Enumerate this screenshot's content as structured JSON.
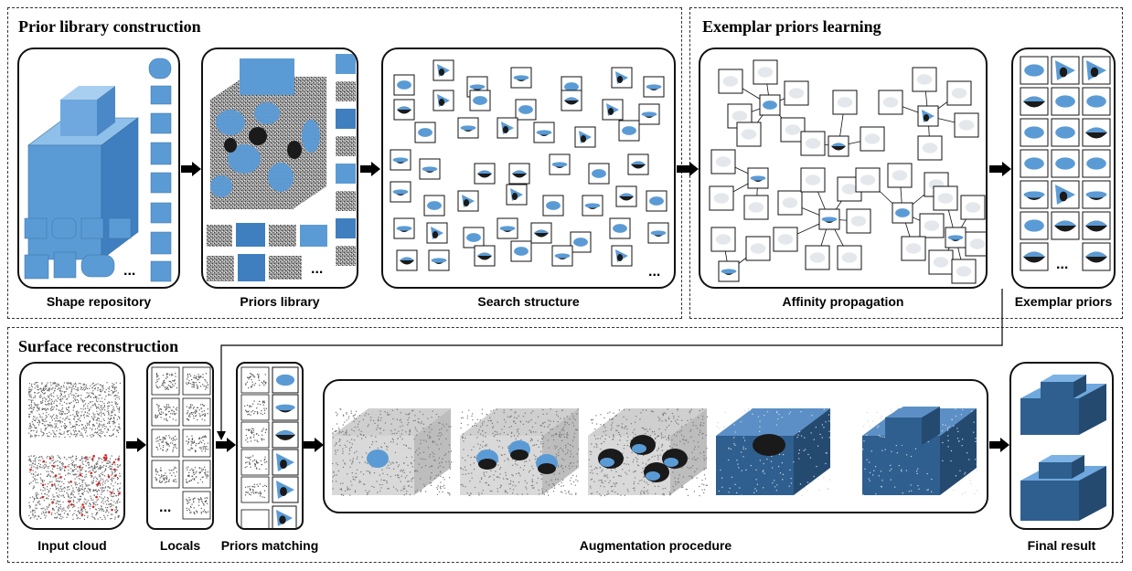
{
  "sections": {
    "prior_library": {
      "title": "Prior library construction"
    },
    "exemplar_learning": {
      "title": "Exemplar priors learning"
    },
    "surface_reconstruction": {
      "title": "Surface reconstruction"
    }
  },
  "captions": {
    "shape_repository": "Shape repository",
    "priors_library": "Priors library",
    "search_structure": "Search structure",
    "affinity_propagation": "Affinity propagation",
    "exemplar_priors": "Exemplar priors",
    "input_cloud": "Input cloud",
    "locals": "Locals",
    "priors_matching": "Priors matching",
    "augmentation_procedure": "Augmentation procedure",
    "final_result": "Final result"
  },
  "ellipsis": "...",
  "colors": {
    "shape_blue": "#5b9bd5",
    "dark": "#1a1a1a",
    "border": "#111111",
    "point_red": "#d62728"
  }
}
